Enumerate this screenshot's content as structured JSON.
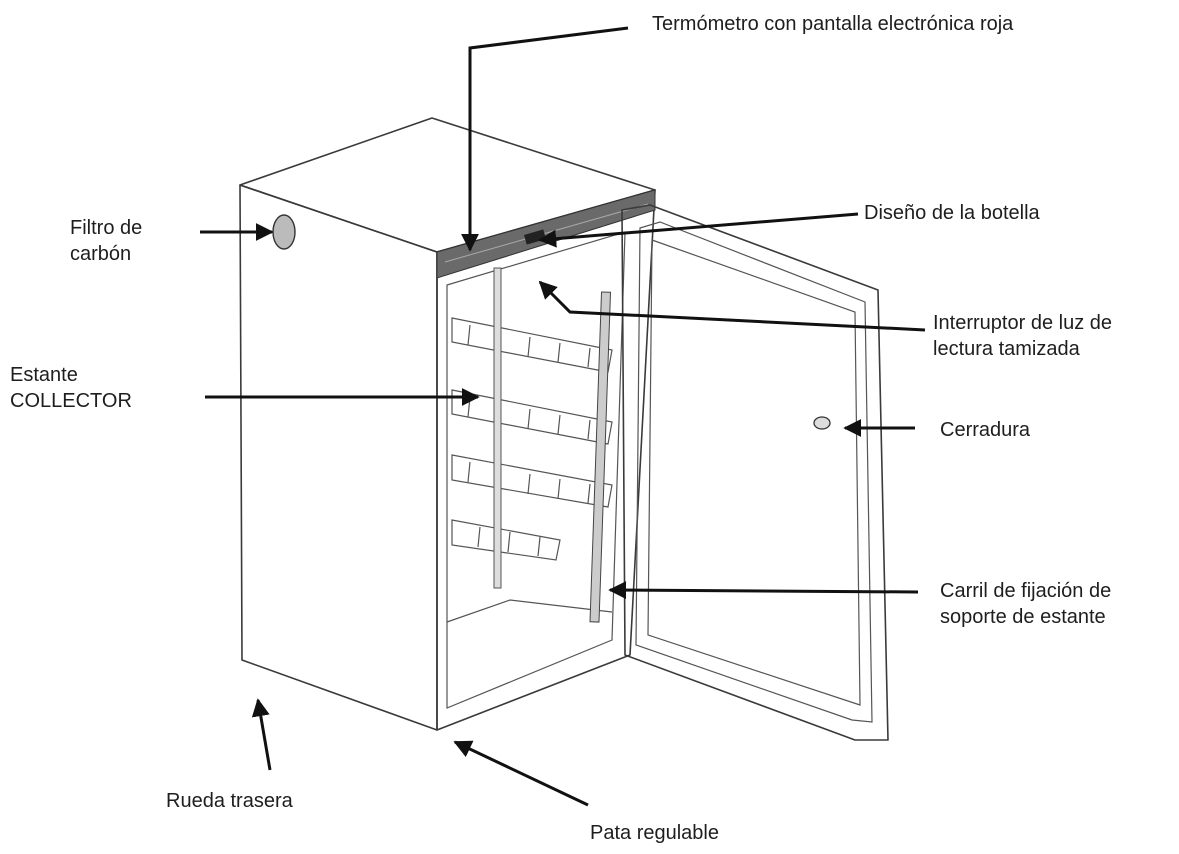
{
  "labels": {
    "termometro": "Termómetro con pantalla electrónica roja",
    "filtro_line1": "Filtro de",
    "filtro_line2": "carbón",
    "diseno": "Diseño de la botella",
    "interruptor_line1": "Interruptor de luz de",
    "interruptor_line2": "lectura tamizada",
    "estante_line1": "Estante",
    "estante_line2": "COLLECTOR",
    "cerradura": "Cerradura",
    "carril_line1": "Carril de fijación de",
    "carril_line2": "soporte de estante",
    "rueda": "Rueda trasera",
    "pata": "Pata regulable"
  }
}
